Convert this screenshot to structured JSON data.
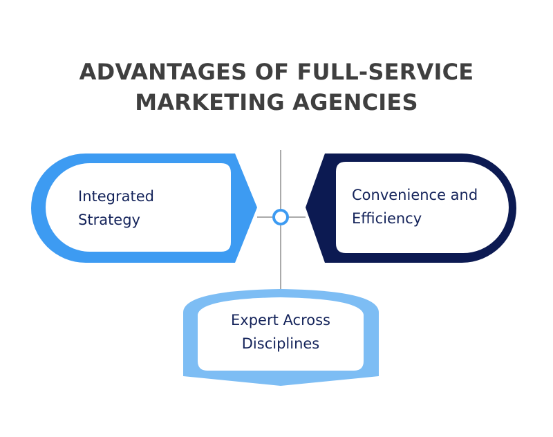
{
  "title": {
    "line1": "ADVANTAGES OF FULL-SERVICE",
    "line2": "MARKETING AGENCIES"
  },
  "nodes": [
    {
      "id": "integrated-strategy",
      "line1": "Integrated",
      "line2": "Strategy",
      "color": "#3d9bf2"
    },
    {
      "id": "convenience-efficiency",
      "line1": "Convenience and",
      "line2": "Efficiency",
      "color": "#0c1a52"
    },
    {
      "id": "expert-disciplines",
      "line1": "Expert Across",
      "line2": "Disciplines",
      "color": "#7dbdf4"
    }
  ],
  "colors": {
    "title": "#3f3f3f",
    "text": "#14235a",
    "connector": "#555555",
    "hub": "#3d9bf2"
  }
}
